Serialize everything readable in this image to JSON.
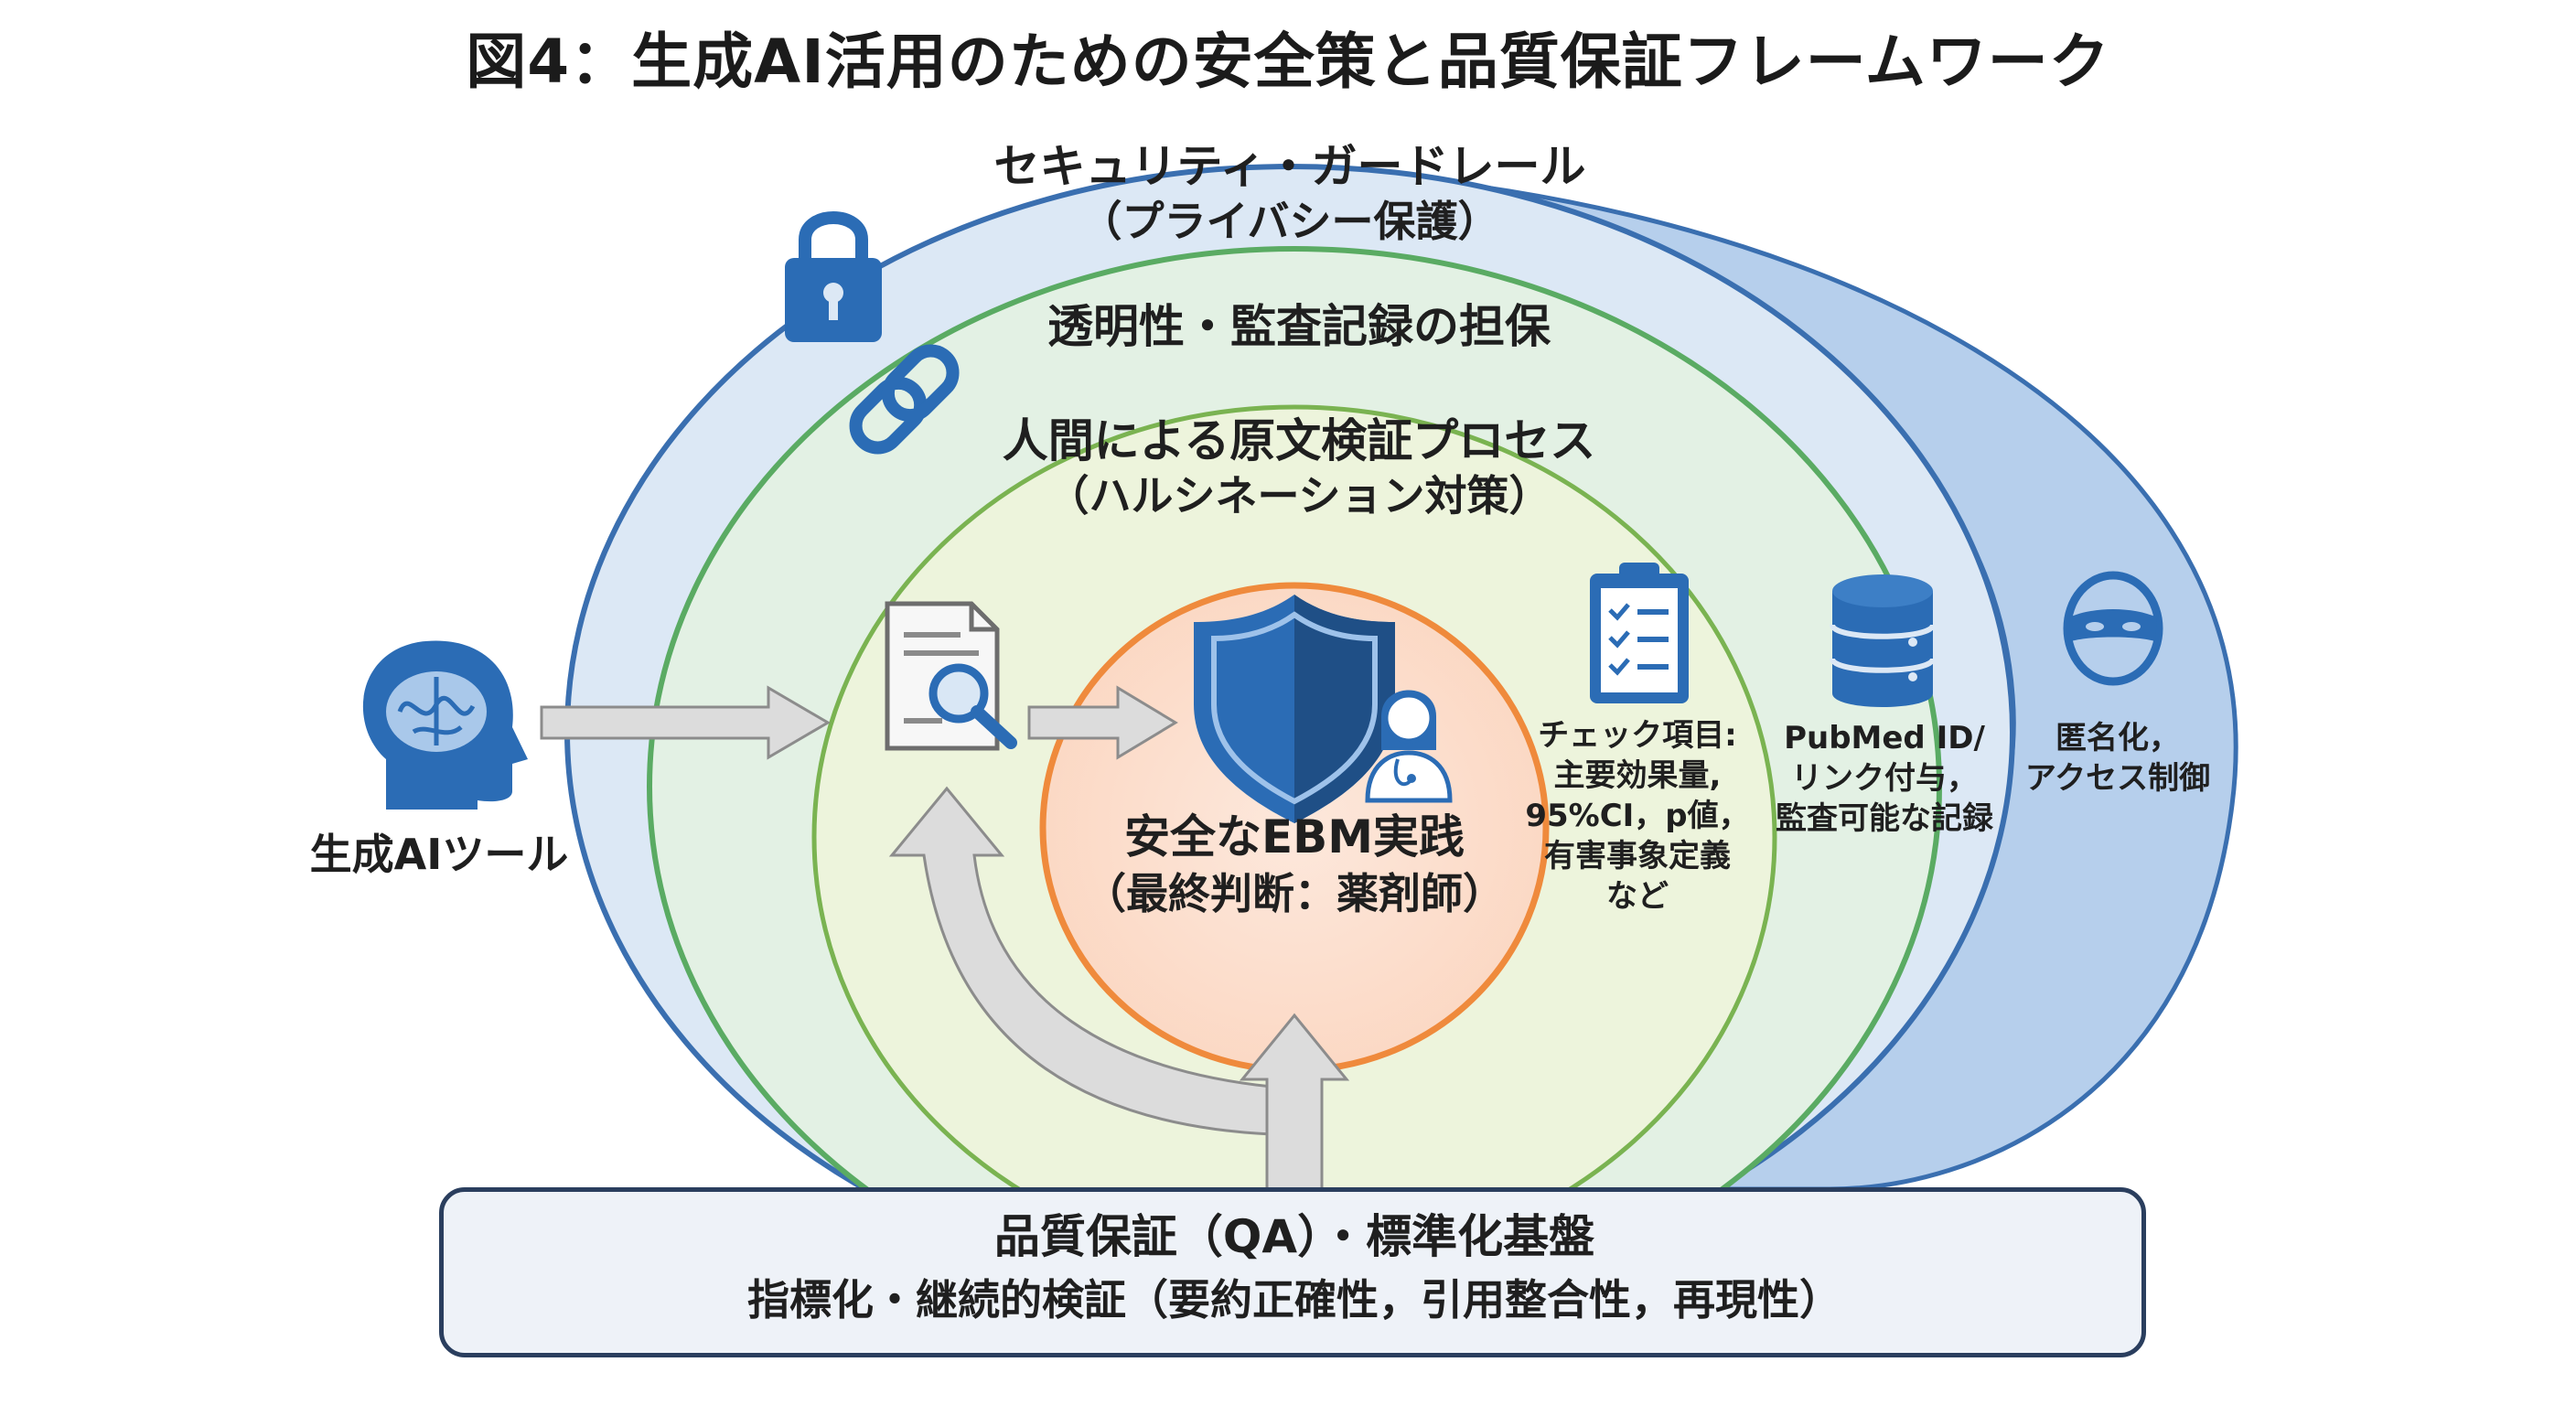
{
  "title": "図4：生成AI活用のための安全策と品質保証フレームワーク",
  "layers": {
    "security": {
      "title": "セキュリティ・ガードレール",
      "subtitle": "（プライバシー保護）"
    },
    "transparency": {
      "title": "透明性・監査記録の担保"
    },
    "human_verification": {
      "title": "人間による原文検証プロセス",
      "subtitle": "（ハルシネーション対策）"
    },
    "core": {
      "title": "安全なEBM実践",
      "subtitle": "（最終判断：薬剤師）"
    }
  },
  "ai_tool": {
    "label": "生成AIツール"
  },
  "checklist": {
    "lines": [
      "チェック項目:",
      "主要効果量,",
      "95%CI，p値，",
      "有害事象定義",
      "など"
    ]
  },
  "pubmed": {
    "lines": [
      "PubMed ID/",
      "リンク付与，",
      "監査可能な記録"
    ]
  },
  "anonymize": {
    "lines": [
      "匿名化，",
      "アクセス制御"
    ]
  },
  "qa": {
    "title": "品質保証（QA）・標準化基盤",
    "subtitle": "指標化・継続的検証（要約正確性，引用整合性，再現性）"
  },
  "colors": {
    "security_fill": "#dce8f5",
    "security_stroke": "#3a6fb0",
    "transparency_fill": "#e3f1e4",
    "transparency_stroke": "#5aab63",
    "human_fill": "#ecf3da",
    "human_stroke": "#7ab351",
    "core_fill": "#fde3d2",
    "core_stroke": "#ef8a3c",
    "icon_blue": "#2b6cb5",
    "arrow_fill": "#dcdcdc",
    "arrow_stroke": "#8c8c8c"
  },
  "icons": [
    "lock-icon",
    "chain-link-icon",
    "brain-head-icon",
    "document-search-icon",
    "shield-icon",
    "pharmacist-icon",
    "clipboard-checklist-icon",
    "database-icon",
    "masked-face-icon",
    "gears-icon",
    "growth-chart-icon",
    "refresh-icon"
  ]
}
